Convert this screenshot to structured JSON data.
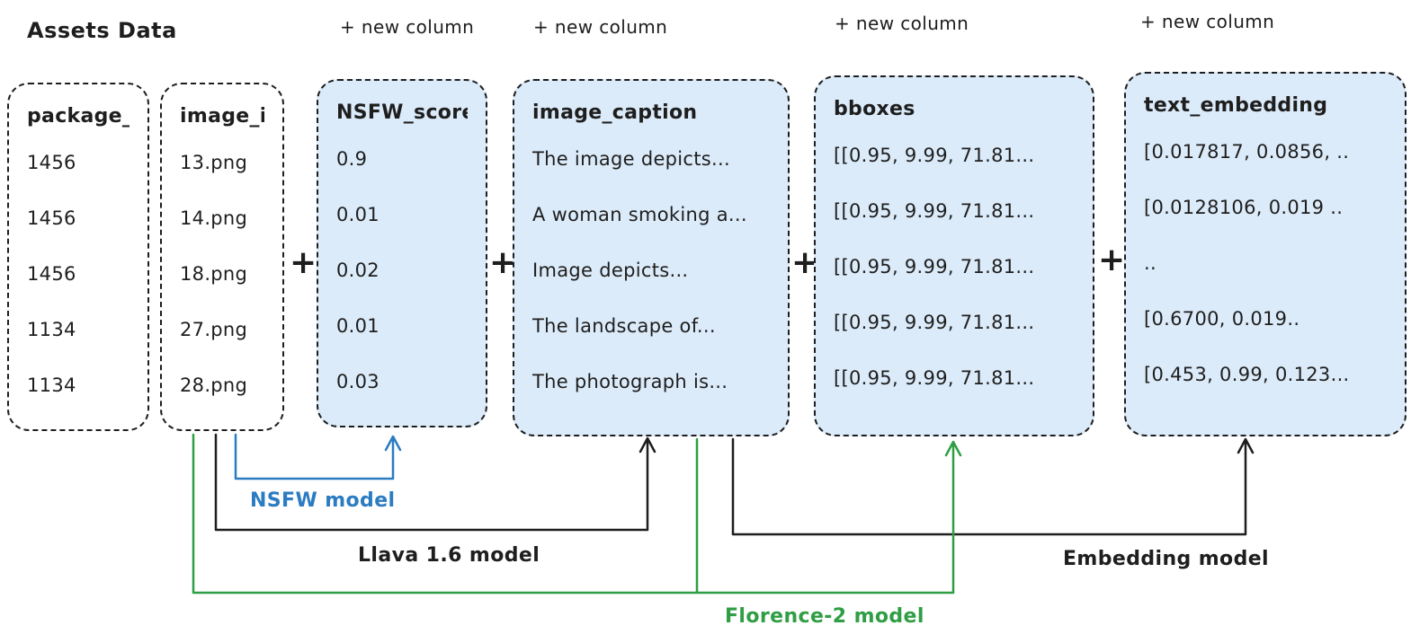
{
  "title": "Assets Data",
  "new_column_label": "+ new column",
  "plus_sign": "+",
  "columns": [
    {
      "header": "package_id",
      "values": [
        "1456",
        "1456",
        "1456",
        "1134",
        "1134"
      ]
    },
    {
      "header": "image_id",
      "values": [
        "13.png",
        "14.png",
        "18.png",
        "27.png",
        "28.png"
      ]
    },
    {
      "header": "NSFW_score",
      "values": [
        "0.9",
        "0.01",
        "0.02",
        "0.01",
        "0.03"
      ]
    },
    {
      "header": "image_caption",
      "values": [
        "The image depicts...",
        "A woman smoking a...",
        "Image depicts...",
        "The landscape of...",
        "The photograph is..."
      ]
    },
    {
      "header": "bboxes",
      "values": [
        "[[0.95, 9.99, 71.81...",
        "[[0.95, 9.99, 71.81...",
        "[[0.95, 9.99, 71.81...",
        "[[0.95, 9.99, 71.81...",
        "[[0.95, 9.99, 71.81..."
      ]
    },
    {
      "header": "text_embedding",
      "values": [
        "[0.017817, 0.0856, ..",
        "[0.0128106, 0.019 ..",
        "..",
        "[0.6700, 0.019..",
        "[0.453, 0.99, 0.123..."
      ]
    }
  ],
  "models": {
    "nsfw": {
      "label": "NSFW model",
      "color": "#2b7cc1"
    },
    "llava": {
      "label": "Llava 1.6 model",
      "color": "#1e1e1e"
    },
    "embedding": {
      "label": "Embedding model",
      "color": "#1e1e1e"
    },
    "florence": {
      "label": "Florence-2 model",
      "color": "#2f9e44"
    }
  },
  "colors": {
    "column_fill_blue": "#dcebf9",
    "border_stroke": "#1e1e1e",
    "background": "#ffffff"
  }
}
